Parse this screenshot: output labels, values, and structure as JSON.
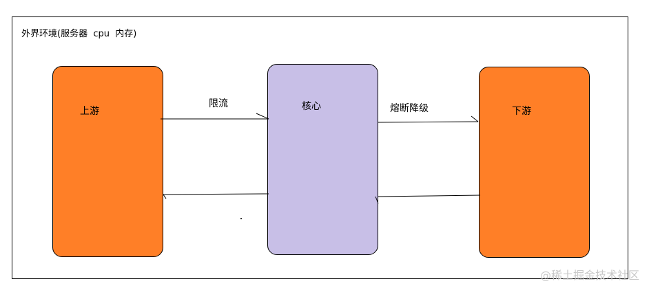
{
  "environment": {
    "title": "外界环境(服务器  cpu  内存)"
  },
  "nodes": {
    "upstream": {
      "label": "上游",
      "color": "#FF7F27"
    },
    "core": {
      "label": "核心",
      "color": "#C8BFE7"
    },
    "downstream": {
      "label": "下游",
      "color": "#FF7F27"
    }
  },
  "edges": {
    "rate_limit": {
      "label": "限流"
    },
    "circuit_breaker": {
      "label": "熔断降级"
    }
  },
  "watermark": {
    "text": "@稀土掘金技术社区"
  }
}
